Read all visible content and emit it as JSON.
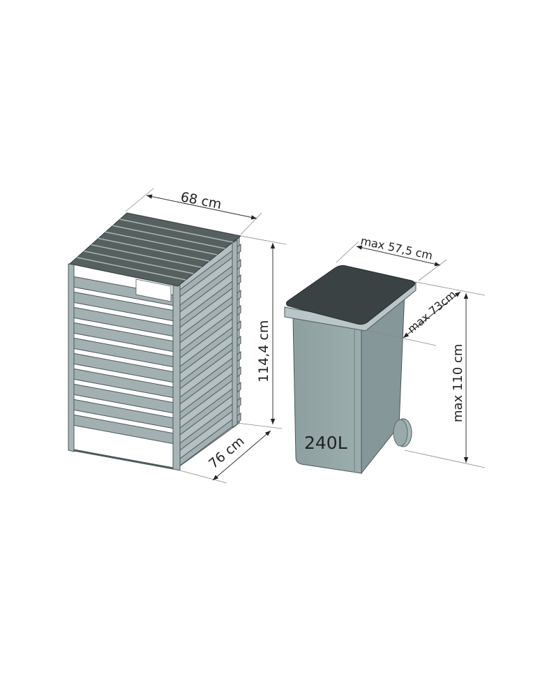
{
  "box": {
    "width_label": "68 cm",
    "height_label": "114,4 cm",
    "depth_label": "76 cm"
  },
  "bin": {
    "volume_label": "240L",
    "width_label": "max 57,5 cm",
    "depth_label": "max 73cm",
    "height_label": "max 110 cm"
  },
  "colors": {
    "frame": "#a3b0b2",
    "slat_dark": "#4f5a5c",
    "lid": "#3a4244",
    "bin_body": "#93a3a4"
  }
}
